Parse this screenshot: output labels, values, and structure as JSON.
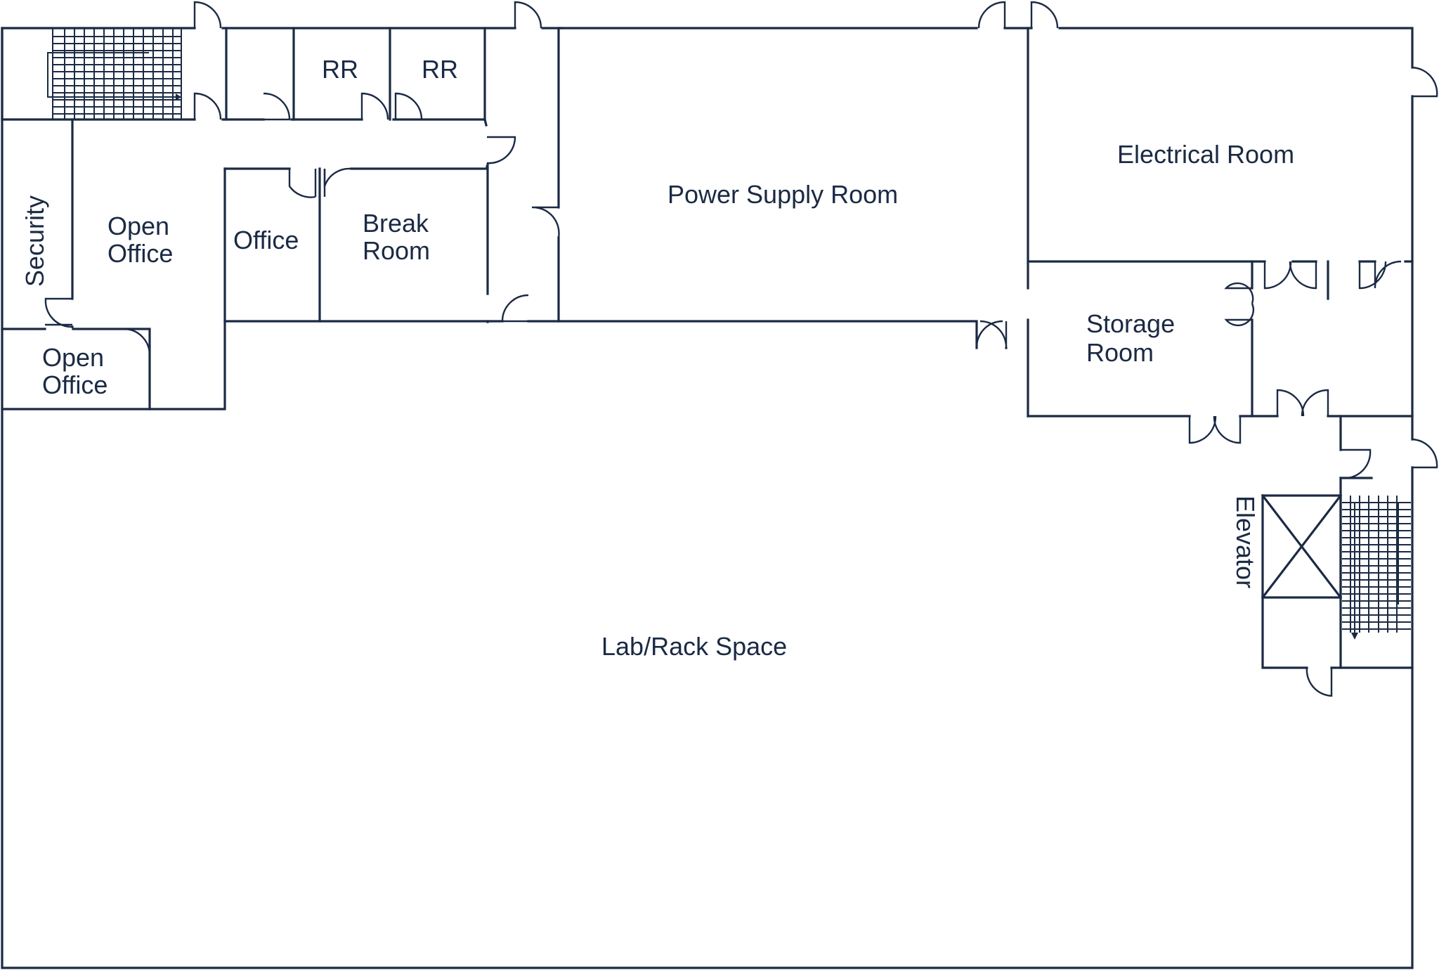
{
  "rooms": {
    "security": "Security",
    "open_office_upper_line1": "Open",
    "open_office_upper_line2": "Office",
    "open_office_lower_line1": "Open",
    "open_office_lower_line2": "Office",
    "restroom_1": "RR",
    "restroom_2": "RR",
    "office": "Office",
    "break_room_line1": "Break",
    "break_room_line2": "Room",
    "power_supply_room": "Power Supply Room",
    "electrical_room": "Electrical Room",
    "storage_room_line1": "Storage",
    "storage_room_line2": "Room",
    "elevator": "Elevator",
    "lab_rack_space": "Lab/Rack Space"
  },
  "colors": {
    "line": "#1b2a44",
    "background": "#ffffff"
  }
}
